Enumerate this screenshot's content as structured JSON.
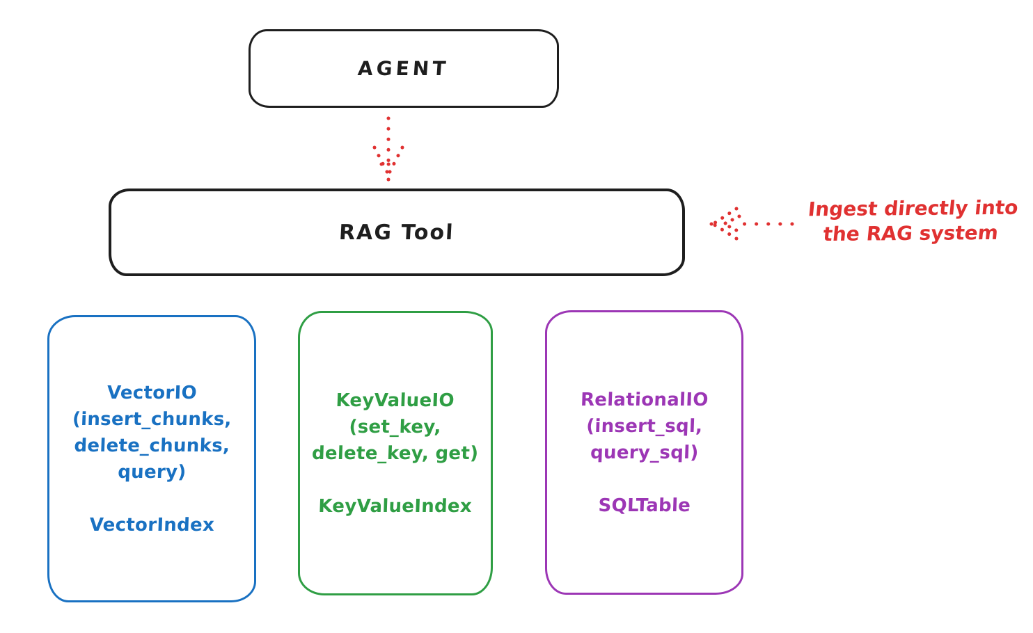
{
  "diagram": {
    "agent": {
      "label": "AGENT"
    },
    "rag_tool": {
      "label": "RAG Tool"
    },
    "annotation": {
      "line1": "Ingest directly into",
      "line2": "the RAG system"
    },
    "io_boxes": [
      {
        "name": "vector-io",
        "color": "#1971c2",
        "title_lines": [
          "VectorIO",
          "(insert_chunks,",
          "delete_chunks,",
          "query)"
        ],
        "index_label": "VectorIndex"
      },
      {
        "name": "keyvalue-io",
        "color": "#2f9e44",
        "title_lines": [
          "KeyValueIO",
          "(set_key,",
          "delete_key, get)"
        ],
        "index_label": "KeyValueIndex"
      },
      {
        "name": "relational-io",
        "color": "#9c36b5",
        "title_lines": [
          "RelationalIO",
          "(insert_sql,",
          "query_sql)"
        ],
        "index_label": "SQLTable"
      }
    ],
    "colors": {
      "stroke": "#1e1e1e",
      "arrow_red": "#e03131",
      "vector_blue": "#1971c2",
      "keyvalue_green": "#2f9e44",
      "relational_purple": "#9c36b5"
    }
  }
}
